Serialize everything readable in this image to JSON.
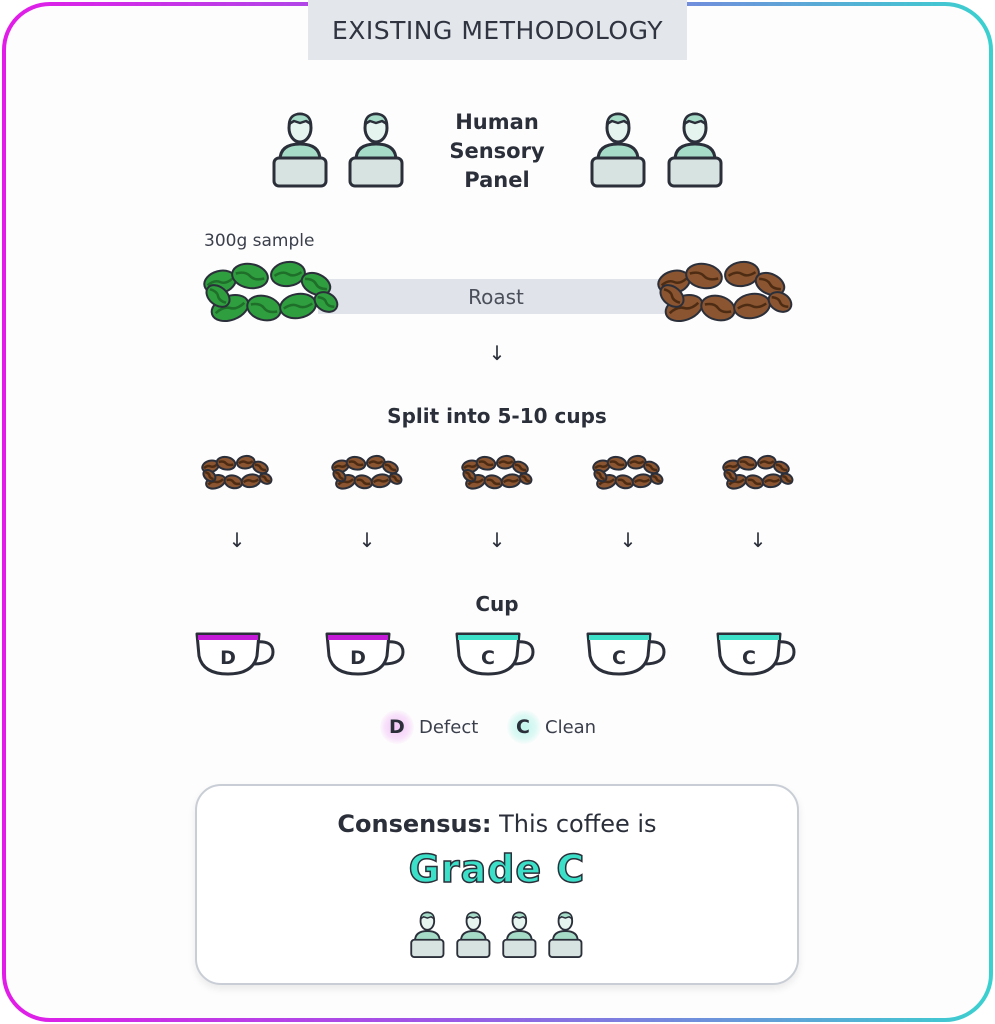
{
  "title": "EXISTING METHODOLOGY",
  "panel": {
    "label_lines": [
      "Human",
      "Sensory",
      "Panel"
    ],
    "people_icons": [
      "person-laptop-icon",
      "person-laptop-icon",
      "person-laptop-icon",
      "person-laptop-icon"
    ]
  },
  "sample": {
    "label": "300g sample",
    "roast_label": "Roast",
    "green_bean_color": "#2e9e3e",
    "roasted_bean_color": "#8a5530"
  },
  "split": {
    "heading": "Split into 5-10 cups",
    "bean_groups": 5,
    "arrow": "↓"
  },
  "cups": {
    "heading": "Cup",
    "items": [
      {
        "letter": "D",
        "status": "defect"
      },
      {
        "letter": "D",
        "status": "defect"
      },
      {
        "letter": "C",
        "status": "clean"
      },
      {
        "letter": "C",
        "status": "clean"
      },
      {
        "letter": "C",
        "status": "clean"
      }
    ]
  },
  "legend": {
    "defect_letter": "D",
    "defect_label": "Defect",
    "clean_letter": "C",
    "clean_label": "Clean"
  },
  "colors": {
    "defect": "#c21ad6",
    "clean": "#3ce0c8",
    "outline": "#2b2f3a"
  },
  "consensus": {
    "prefix": "Consensus:",
    "text": " This coffee is",
    "grade": "Grade C",
    "voters": 4
  }
}
